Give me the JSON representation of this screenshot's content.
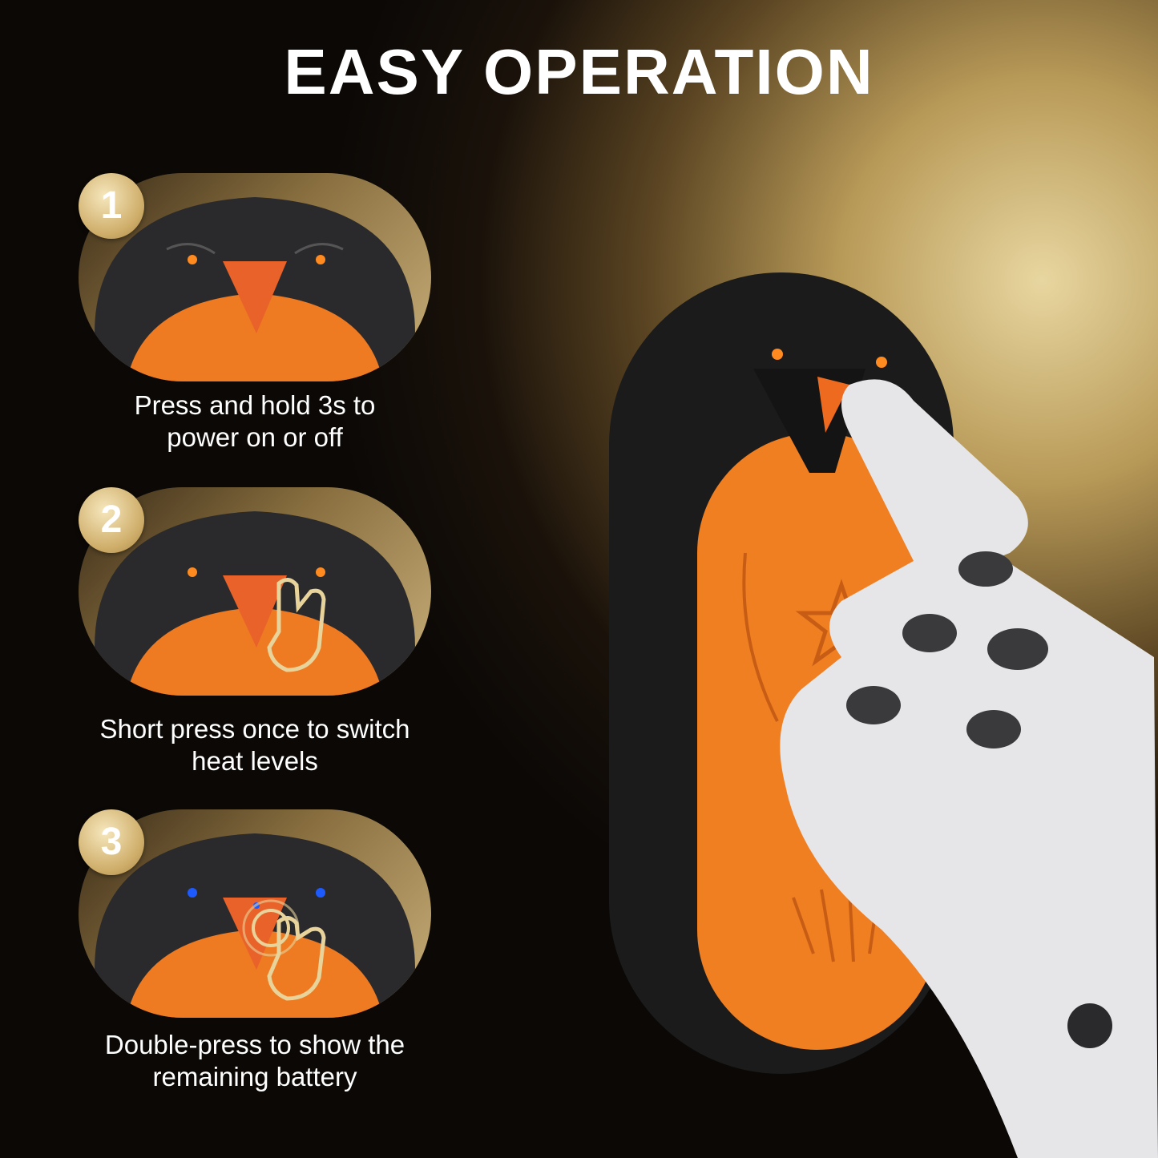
{
  "title": "EASY OPERATION",
  "steps": [
    {
      "number": "1",
      "caption_line1": "Press and hold 3s to",
      "caption_line2": "power on or off",
      "eye_color": "#ff8a1f"
    },
    {
      "number": "2",
      "caption_line1": "Short press once to switch",
      "caption_line2": "heat levels",
      "eye_color": "#ff8a1f"
    },
    {
      "number": "3",
      "caption_line1": "Double-press to show the",
      "caption_line2": "remaining battery",
      "eye_color": "#1e5bff"
    }
  ],
  "colors": {
    "device_body": "#1b1b1c",
    "device_face": "#f07f22",
    "gold": "#cfae6a"
  }
}
